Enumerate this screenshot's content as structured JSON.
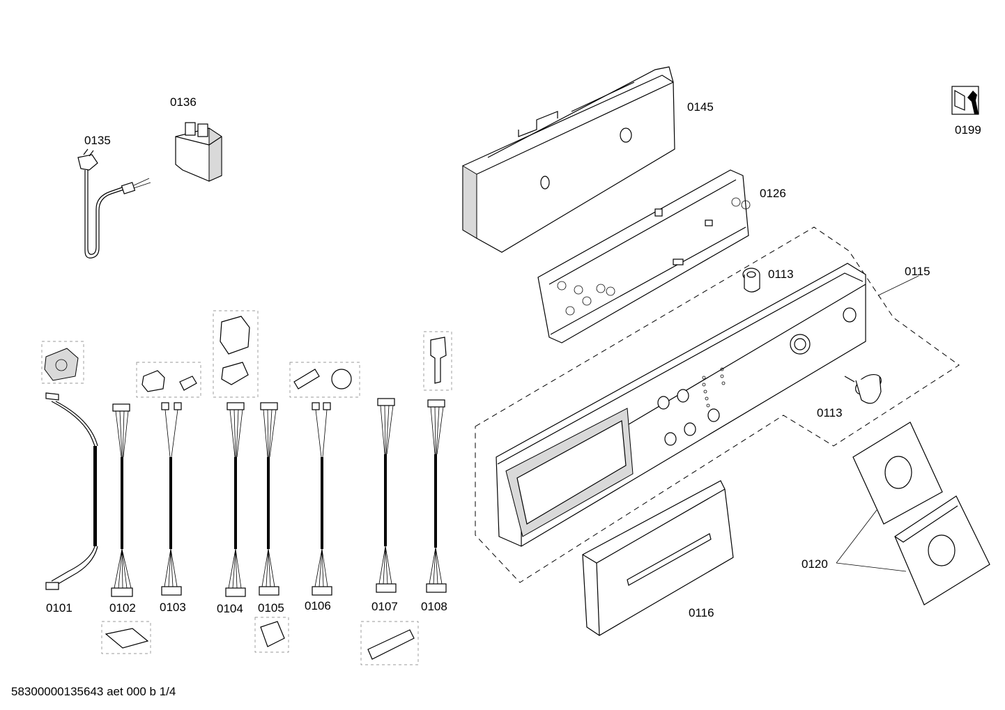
{
  "labels": {
    "p0101": "0101",
    "p0102": "0102",
    "p0103": "0103",
    "p0104": "0104",
    "p0105": "0105",
    "p0106": "0106",
    "p0107": "0107",
    "p0108": "0108",
    "p0113a": "0113",
    "p0113b": "0113",
    "p0115": "0115",
    "p0116": "0116",
    "p0120": "0120",
    "p0126": "0126",
    "p0135": "0135",
    "p0136": "0136",
    "p0145": "0145",
    "p0199": "0199"
  },
  "footer": "58300000135643 aet 000 b 1/4",
  "icons": {
    "service": "service-wrench-icon"
  }
}
